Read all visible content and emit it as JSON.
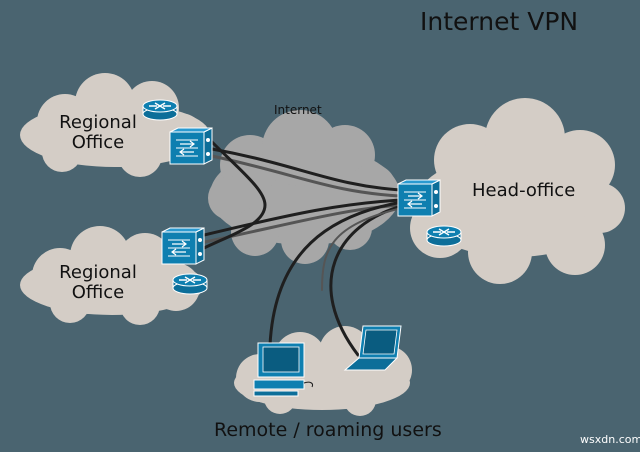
{
  "title": "Internet VPN",
  "nodes": {
    "internet": "Internet",
    "regional_office_1": [
      "Regional",
      "Office"
    ],
    "regional_office_2": [
      "Regional",
      "Office"
    ],
    "head_office": "Head-office",
    "remote_users": "Remote / roaming users"
  },
  "watermark": "wsxdn.com",
  "colors": {
    "background": "#4a6470",
    "cloud_light": "#d4cdc6",
    "cloud_internet": "#a7a7a7",
    "device_blue": "#0e7fb0",
    "line": "#1f1f1f",
    "line_gray": "#555555"
  },
  "icons": [
    "router-icon",
    "firewall-icon",
    "desktop-computer-icon",
    "laptop-icon",
    "cloud-icon"
  ]
}
